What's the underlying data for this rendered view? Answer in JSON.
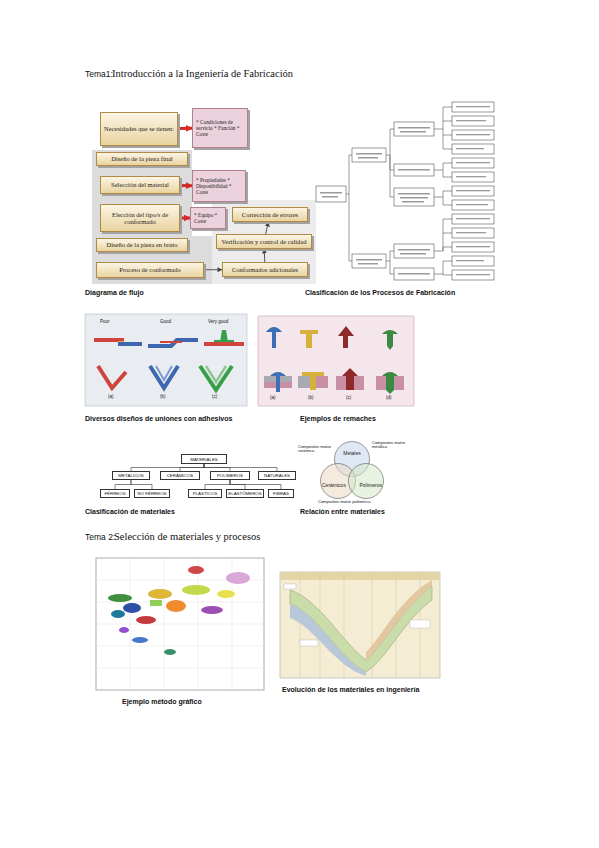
{
  "diagram": {
    "nodes": [
      {
        "text": [
          "Necesidades que se tienen:"
        ]
      },
      {
        "text": [
          "* Condiciones de servicio * Función * Coste"
        ]
      },
      {
        "text": [
          "Diseño de la pieza final"
        ]
      },
      {
        "text": [
          "Selección del material"
        ]
      },
      {
        "text": [
          "* Propiedades * Disponibilidad * Coste"
        ]
      },
      {
        "text": [
          "Elección del tipo/s de conformado"
        ]
      },
      {
        "text": [
          "* Equipo * Coste"
        ]
      },
      {
        "text": [
          "Diseño de la pieza en bruto"
        ]
      },
      {
        "text": [
          "Proceso de conformado"
        ]
      },
      {
        "text": [
          "Corrección de errores"
        ]
      },
      {
        "text": [
          "Verificación y control de calidad"
        ]
      },
      {
        "text": [
          "Conformados adicionales"
        ]
      },
      {
        "text": [
          "MATERIALES"
        ]
      },
      {
        "text": [
          "METÁLICOS"
        ]
      },
      {
        "text": [
          "CERÁMICOS"
        ]
      },
      {
        "text": [
          "POLÍMEROS"
        ]
      },
      {
        "text": [
          "NATURALES"
        ]
      },
      {
        "text": [
          "FÉRREOS"
        ]
      },
      {
        "text": [
          "NO FÉRREOS"
        ]
      },
      {
        "text": [
          "PLÁSTICOS"
        ]
      },
      {
        "text": [
          "ELASTÓMEROS"
        ]
      },
      {
        "text": [
          "FIBRAS"
        ]
      },
      {
        "text": [
          "Metales"
        ]
      },
      {
        "text": [
          "Cerámicos"
        ]
      },
      {
        "text": [
          "Polímeros"
        ]
      }
    ],
    "edges": [
      {
        "from": 0,
        "to": 1,
        "arrow": "to"
      },
      {
        "from": 3,
        "to": 4,
        "arrow": "to"
      },
      {
        "from": 5,
        "to": 6,
        "arrow": "to"
      },
      {
        "from": 8,
        "to": 11,
        "arrow": "to"
      },
      {
        "from": 11,
        "to": 10,
        "arrow": "to"
      },
      {
        "from": 10,
        "to": 9,
        "arrow": "to"
      },
      {
        "from": 12,
        "to": 13,
        "arrow": "none"
      },
      {
        "from": 12,
        "to": 14,
        "arrow": "none"
      },
      {
        "from": 12,
        "to": 15,
        "arrow": "none"
      },
      {
        "from": 12,
        "to": 16,
        "arrow": "none"
      },
      {
        "from": 13,
        "to": 17,
        "arrow": "none"
      },
      {
        "from": 13,
        "to": 18,
        "arrow": "none"
      },
      {
        "from": 15,
        "to": 19,
        "arrow": "none"
      },
      {
        "from": 15,
        "to": 20,
        "arrow": "none"
      },
      {
        "from": 15,
        "to": 21,
        "arrow": "none"
      }
    ],
    "labels": [
      "Tema1:",
      "Introducción a la Ingeniería de Fabricación",
      "Diagrama de flujo",
      "Clasificación de los Procesos de Fabricación",
      "Poor",
      "Good",
      "Very good",
      "(a)",
      "(b)",
      "(c)",
      "(a)",
      "(b)",
      "(c)",
      "(d)",
      "Diversos diseños de uniones con adhesivos",
      "Ejemplos de remaches",
      "Clasificación de materiales",
      "Relación entre materiales",
      "Composites matriz cerámica",
      "Composites matriz metálica",
      "Composites matriz polimérica",
      "Tema 2:",
      "Selección de materiales y procesos",
      "Ejemplo método gráfico",
      "Evolución de los materiales en ingeniería"
    ]
  }
}
